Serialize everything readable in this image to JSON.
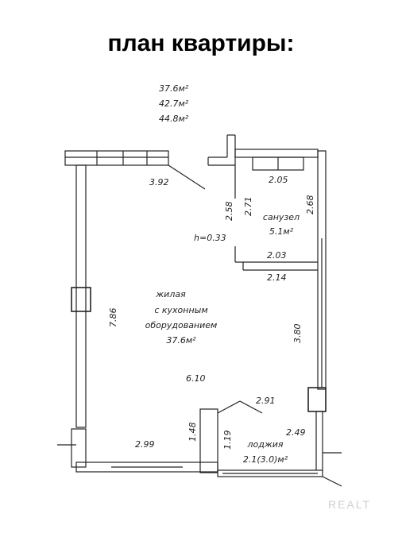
{
  "title": "план квартиры:",
  "areas": [
    "37.6м²",
    "42.7м²",
    "44.8м²"
  ],
  "rooms": {
    "living": [
      "жилая",
      "с кухонным",
      "оборудованием",
      "37.6м²"
    ],
    "bathroom": [
      "санузел",
      "5.1м²"
    ],
    "loggia": [
      "лоджия",
      "2.1(3.0)м²"
    ]
  },
  "dimensions": {
    "d392": "3.92",
    "d205": "2.05",
    "d258": "2.58",
    "d271": "2.71",
    "d268": "2.68",
    "ceiling": "h=0.33",
    "d203": "2.03",
    "d214": "2.14",
    "d786": "7.86",
    "d380": "3.80",
    "d610": "6.10",
    "d291": "2.91",
    "d249": "2.49",
    "d148": "1.48",
    "d119": "1.19",
    "d299": "2.99"
  },
  "watermark": "REALT"
}
